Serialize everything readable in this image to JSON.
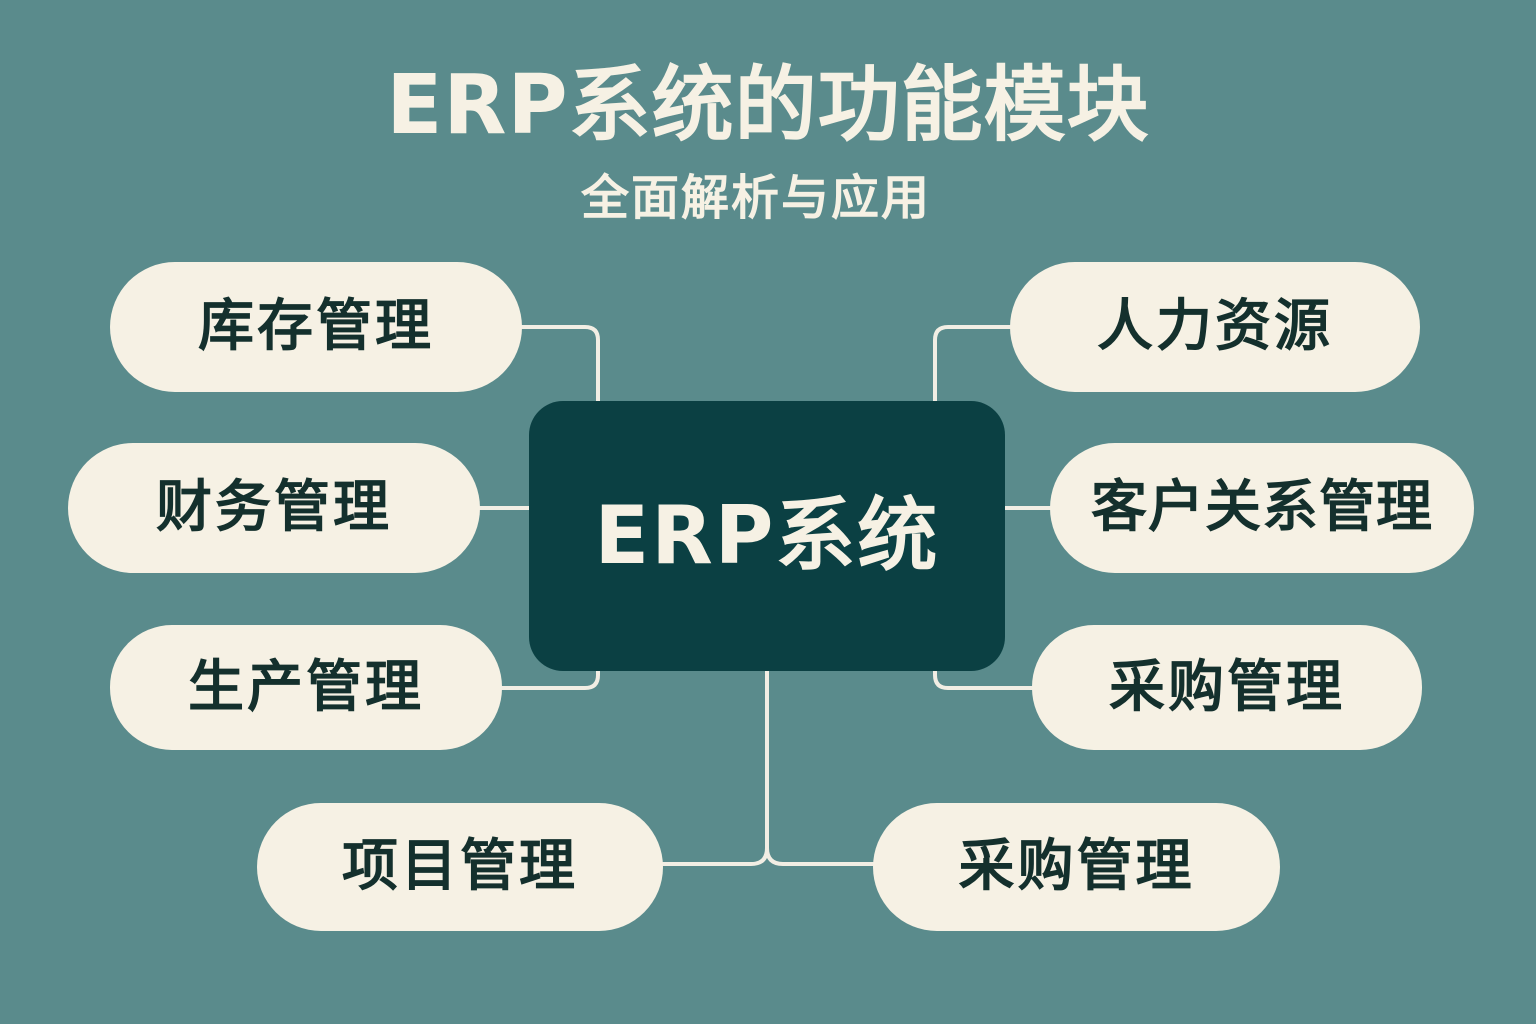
{
  "header": {
    "title": "ERP系统的功能模块",
    "subtitle": "全面解析与应用"
  },
  "center": {
    "label": "ERP系统"
  },
  "modules": {
    "inventory": "库存管理",
    "finance": "财务管理",
    "production": "生产管理",
    "project": "项目管理",
    "hr": "人力资源",
    "crm": "客户关系管理",
    "purchase_1": "采购管理",
    "purchase_2": "采购管理"
  },
  "colors": {
    "background": "#5a8b8c",
    "center_box": "#0b4043",
    "module_box": "#f6f1e4",
    "module_text": "#14302d",
    "connector": "#f2eee4"
  }
}
